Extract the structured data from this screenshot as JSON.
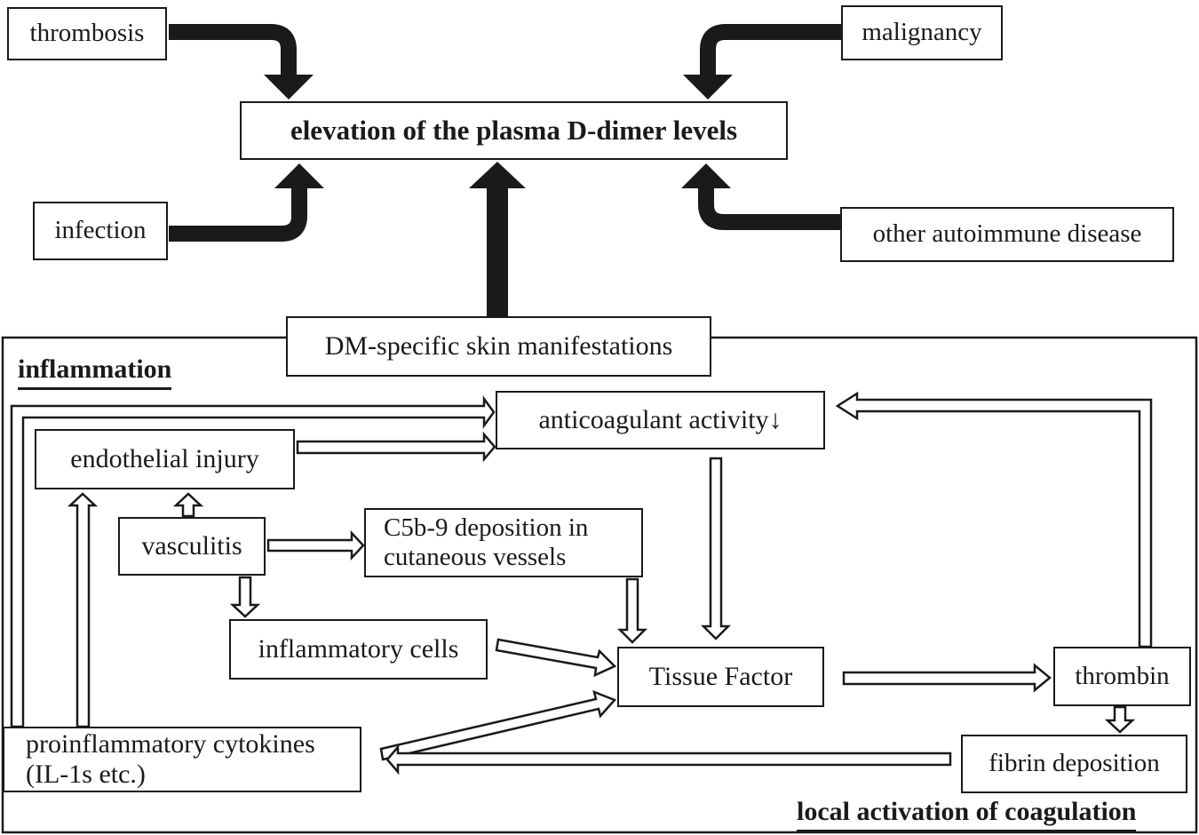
{
  "diagram": {
    "colors": {
      "ink": "#1a1a1a",
      "background": "#ffffff"
    },
    "top": {
      "thrombosis": "thrombosis",
      "malignancy": "malignancy",
      "infection": "infection",
      "other_autoimmune": "other autoimmune disease",
      "elevation": "elevation of the plasma D-dimer levels",
      "dm_skin": "DM-specific skin manifestations"
    },
    "region": {
      "inflammation_label": "inflammation",
      "coagulation_label": "local activation of coagulation",
      "anticoagulant": "anticoagulant activity↓",
      "endothelial": "endothelial injury",
      "vasculitis": "vasculitis",
      "c5b9_line1": "C5b-9 deposition in",
      "c5b9_line2": "cutaneous vessels",
      "inflammatory_cells": "inflammatory cells",
      "cytokines_line1": "proinflammatory cytokines",
      "cytokines_line2": "(IL-1s etc.)",
      "tissue_factor": "Tissue Factor",
      "thrombin": "thrombin",
      "fibrin": "fibrin deposition"
    }
  }
}
